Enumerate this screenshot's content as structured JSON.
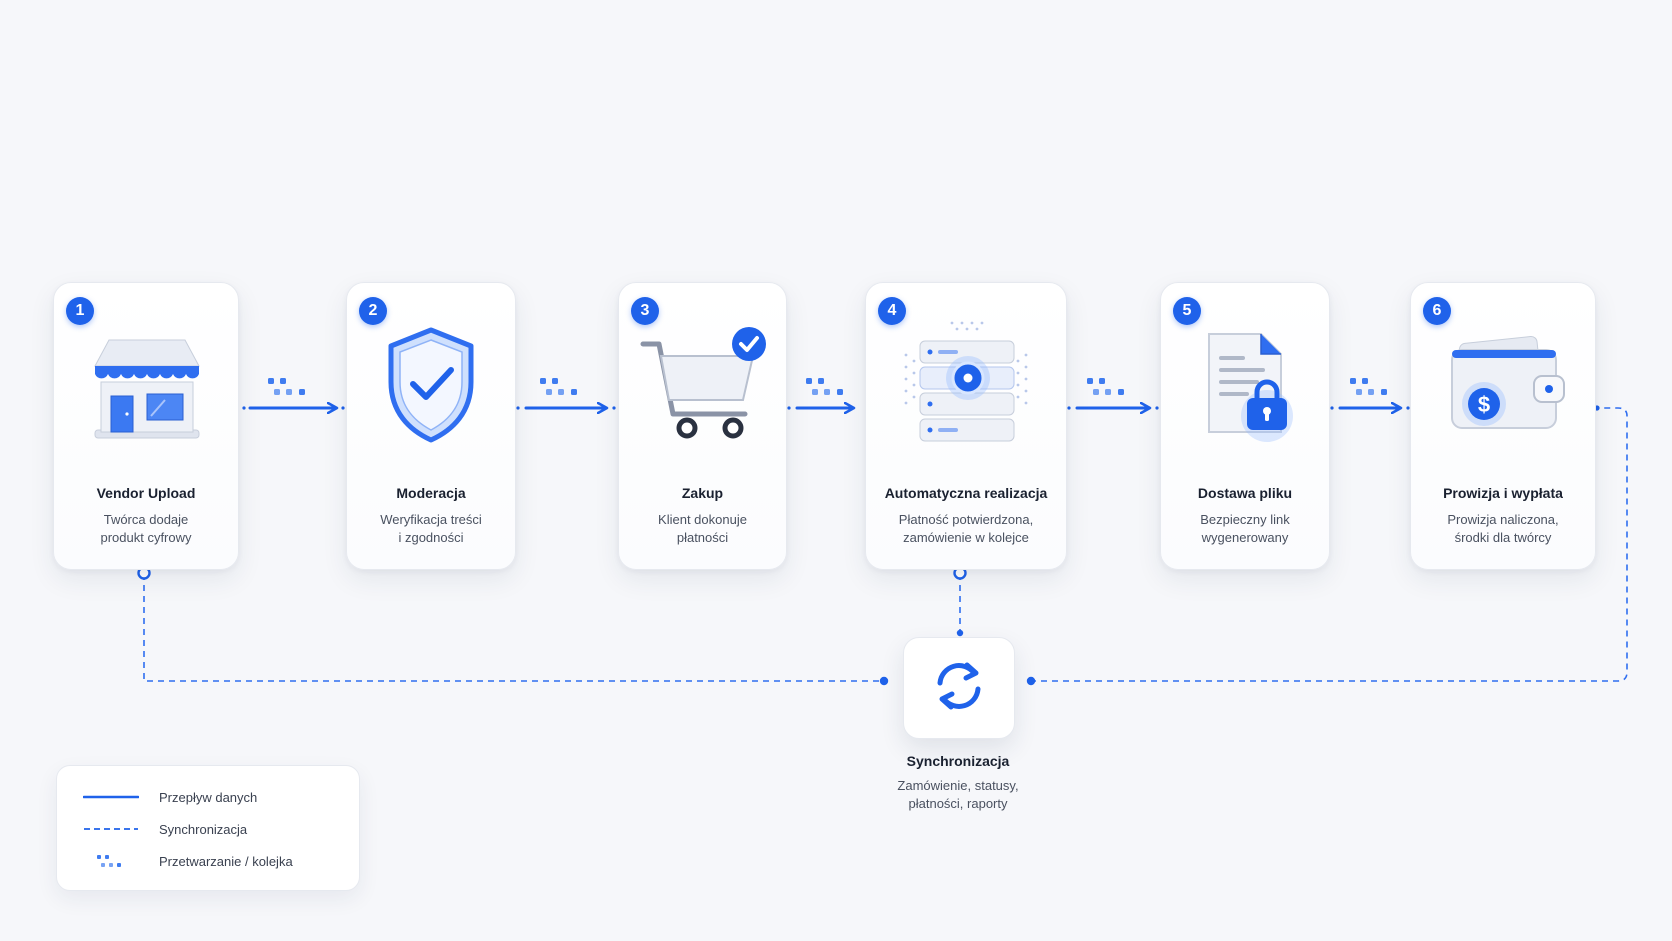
{
  "steps": [
    {
      "number": "1",
      "title": "Vendor Upload",
      "desc": [
        "Twórca dodaje",
        "produkt cyfrowy"
      ],
      "icon": "storefront-icon"
    },
    {
      "number": "2",
      "title": "Moderacja",
      "desc": [
        "Weryfikacja treści",
        "i zgodności"
      ],
      "icon": "shield-check-icon"
    },
    {
      "number": "3",
      "title": "Zakup",
      "desc": [
        "Klient dokonuje",
        "płatności"
      ],
      "icon": "shopping-cart-check-icon"
    },
    {
      "number": "4",
      "title": "Automatyczna realizacja",
      "desc": [
        "Płatność potwierdzona,",
        "zamówienie w kolejce"
      ],
      "icon": "server-icon"
    },
    {
      "number": "5",
      "title": "Dostawa pliku",
      "desc": [
        "Bezpieczny link",
        "wygenerowany"
      ],
      "icon": "locked-document-icon"
    },
    {
      "number": "6",
      "title": "Prowizja i wypłata",
      "desc": [
        "Prowizja naliczona,",
        "środki dla twórcy"
      ],
      "icon": "wallet-dollar-icon"
    }
  ],
  "sync": {
    "title": "Synchronizacja",
    "desc": [
      "Zamówienie, statusy,",
      "płatności, raporty"
    ],
    "icon": "sync-arrows-icon"
  },
  "legend": [
    {
      "label": "Przepływ danych",
      "style": "solid"
    },
    {
      "label": "Synchronizacja",
      "style": "dashed"
    },
    {
      "label": "Przetwarzanie / kolejka",
      "style": "dots"
    }
  ],
  "colors": {
    "accent": "#1f62ea",
    "background": "#f6f7fa",
    "card": "#ffffff"
  }
}
